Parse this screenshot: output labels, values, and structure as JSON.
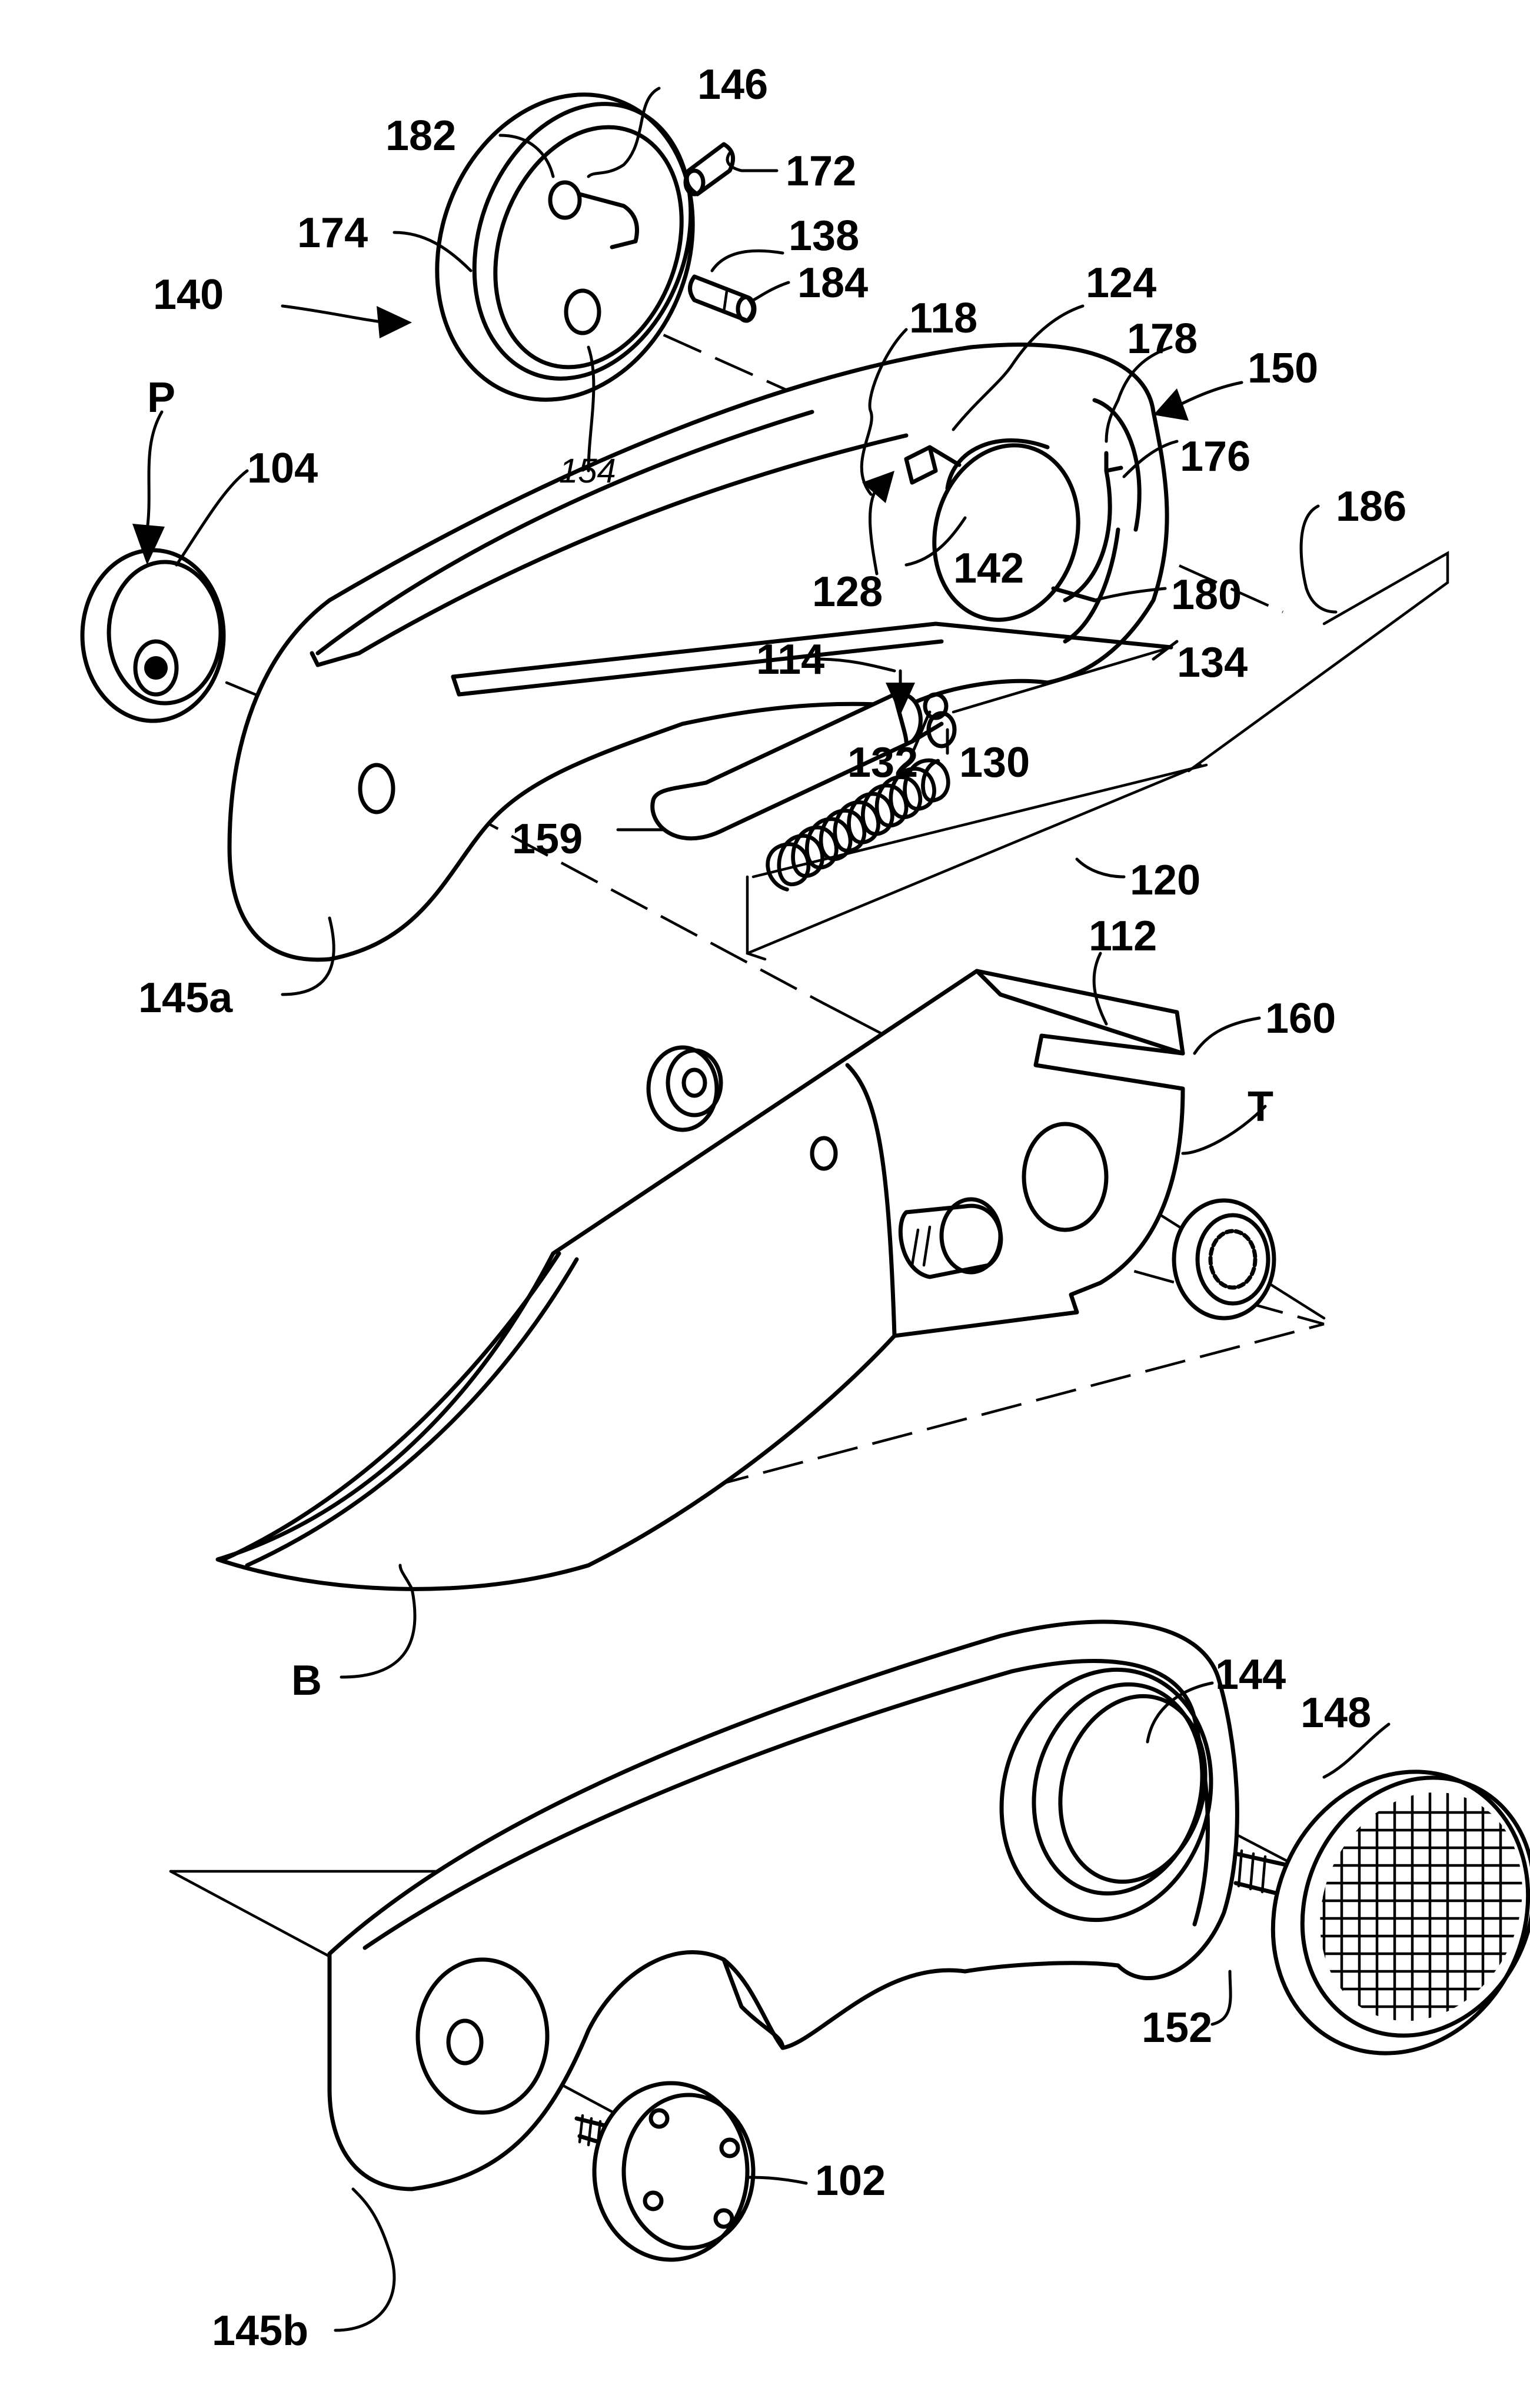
{
  "figure": {
    "labels": [
      {
        "id": "146",
        "text": "146"
      },
      {
        "id": "182",
        "text": "182"
      },
      {
        "id": "172",
        "text": "172"
      },
      {
        "id": "174",
        "text": "174"
      },
      {
        "id": "138",
        "text": "138"
      },
      {
        "id": "140",
        "text": "140"
      },
      {
        "id": "184",
        "text": "184"
      },
      {
        "id": "124",
        "text": "124"
      },
      {
        "id": "118",
        "text": "118"
      },
      {
        "id": "178",
        "text": "178"
      },
      {
        "id": "150",
        "text": "150"
      },
      {
        "id": "154",
        "text": "154"
      },
      {
        "id": "P",
        "text": "P"
      },
      {
        "id": "104",
        "text": "104"
      },
      {
        "id": "176",
        "text": "176"
      },
      {
        "id": "186",
        "text": "186"
      },
      {
        "id": "128",
        "text": "128"
      },
      {
        "id": "142",
        "text": "142"
      },
      {
        "id": "180",
        "text": "180"
      },
      {
        "id": "114",
        "text": "114"
      },
      {
        "id": "134",
        "text": "134"
      },
      {
        "id": "132",
        "text": "132"
      },
      {
        "id": "130",
        "text": "130"
      },
      {
        "id": "159",
        "text": "159"
      },
      {
        "id": "120",
        "text": "120"
      },
      {
        "id": "145a",
        "text": "145a"
      },
      {
        "id": "112",
        "text": "112"
      },
      {
        "id": "160",
        "text": "160"
      },
      {
        "id": "T",
        "text": "T"
      },
      {
        "id": "B",
        "text": "B"
      },
      {
        "id": "144",
        "text": "144"
      },
      {
        "id": "148",
        "text": "148"
      },
      {
        "id": "152",
        "text": "152"
      },
      {
        "id": "102",
        "text": "102"
      },
      {
        "id": "145b",
        "text": "145b"
      }
    ]
  }
}
